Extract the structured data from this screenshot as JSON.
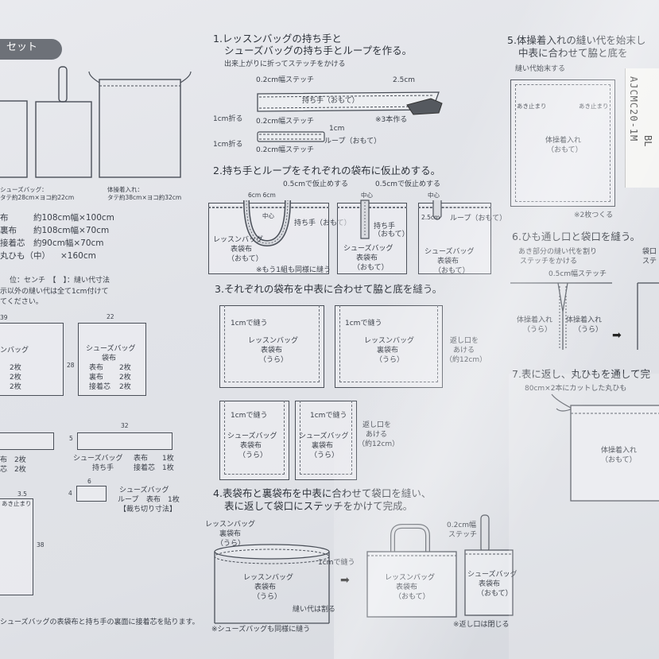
{
  "title_fragment": "セット",
  "left": {
    "shoe_bag_label": "シューズバッグ：",
    "shoe_bag_size": "タテ約28cm×ヨコ約22cm",
    "gym_bag_label": "体操着入れ：",
    "gym_bag_size": "タテ約38cm×ヨコ約32cm",
    "materials": [
      {
        "name": "布",
        "amount": "約108cm幅×100cm"
      },
      {
        "name": "裏布",
        "amount": "約108cm幅×70cm"
      },
      {
        "name": "接着芯",
        "amount": "約90cm幅×70cm"
      },
      {
        "name": "丸ひも（中）",
        "amount": "×160cm"
      }
    ],
    "unit_note": "位：センチ　【　】：縫い代寸法",
    "note2": "示以外の縫い代は全て1cm付けて",
    "note3": "てください。",
    "dim_22": "22",
    "dim_28": "28",
    "dim_32": "32",
    "dim_5": "5",
    "dim_6": "6",
    "dim_4": "4",
    "dim_35": "3.5",
    "dim_38": "38",
    "shoe_bag_panel": {
      "title": "シューズバッグ",
      "sub": "袋布",
      "rows": [
        [
          "表布",
          "2枚"
        ],
        [
          "裏布",
          "2枚"
        ],
        [
          "接着芯",
          "2枚"
        ]
      ]
    },
    "lesson_partial": {
      "title": "ンバッグ",
      "rows": [
        "2枚",
        "2枚",
        "2枚"
      ]
    },
    "shoe_bag_handle": {
      "title": "シューズバッグ",
      "sub": "持ち手",
      "rows": [
        [
          "表布",
          "1枚"
        ],
        [
          "接着芯",
          "1枚"
        ]
      ]
    },
    "handle_partial": [
      "布　2枚",
      "芯　2枚"
    ],
    "loop_label": {
      "title": "シューズバッグ",
      "sub": "ループ",
      "row": "表布　1枚",
      "note": "【裁ち切り寸法】"
    },
    "open_label": "あき止まり",
    "bottom_note": "シューズバッグの表袋布と持ち手の裏面に接着芯を貼ります。"
  },
  "step1": {
    "title_line1": "1.レッスンバッグの持ち手と",
    "title_line2": "シューズバッグの持ち手とループを作る。",
    "sub": "出来上がりに折ってステッチをかける",
    "stitch_02a": "0.2cm幅ステッチ",
    "width_25": "2.5cm",
    "fold_1a": "1cm折る",
    "handle_label": "持ち手（おもて）",
    "stitch_02b": "0.2cm幅ステッチ",
    "three_pieces": "※3本作る",
    "width_1": "1cm",
    "fold_1b": "1cm折る",
    "loop_label": "ループ（おもて）",
    "stitch_02c": "0.2cm幅ステッチ"
  },
  "step2": {
    "title": "2.持ち手とループをそれぞれの袋布に仮止めする。",
    "baste_a": "0.5cmで仮止めする",
    "baste_b": "0.5cmで仮止めする",
    "gap": "6cm 6cm",
    "center": "中心",
    "center_b": "中心",
    "center_c": "中心",
    "handle": "持ち手（おもて）",
    "lesson_bag": "レッスンバッグ",
    "outer": "表袋布",
    "omote": "（おもて）",
    "note": "※もう1組も同様に縫う",
    "shoe_bag_a": "シューズバッグ",
    "outer_a": "表袋布",
    "omote_a": "（おもて）",
    "dim_25": "2.5cm",
    "loop": "ループ（おもて）",
    "shoe_bag_b": "シューズバッグ",
    "outer_b": "表袋布",
    "omote_b": "（おもて）"
  },
  "step3": {
    "title": "3.それぞれの袋布を中表に合わせて脇と底を縫う。",
    "sew_1a": "1cmで縫う",
    "sew_1b": "1cmで縫う",
    "sew_1c": "1cmで縫う",
    "sew_1d": "1cmで縫う",
    "lesson_bag": "レッスンバッグ",
    "outer": "表袋布",
    "ura": "（うら）",
    "lesson_bag_b": "レッスンバッグ",
    "lining": "裏袋布",
    "ura_b": "（うら）",
    "return_open": "返し口を",
    "return_open2": "あける",
    "return_size": "（約12cm）",
    "shoe_a": "シューズバッグ",
    "outer_a": "表袋布",
    "ura_a": "（うら）",
    "shoe_b": "シューズバッグ",
    "lining_b": "裏袋布",
    "ura_c": "（うら）",
    "return_open_b": "返し口を",
    "return_open_b2": "あける",
    "return_size_b": "（約12cm）"
  },
  "step4": {
    "title_line1": "4.表袋布と裏袋布を中表に合わせて袋口を縫い、",
    "title_line2": "表に返して袋口にステッチをかけて完成。",
    "lesson_lining": "レッスンバッグ",
    "lining": "裏袋布",
    "ura": "（うら）",
    "sew": "1cmで縫う",
    "lesson_outer": "レッスンバッグ",
    "outer": "表袋布",
    "ura2": "（うら）",
    "seam_fold": "縫い代は割る",
    "stitch": "0.2cm幅",
    "stitch2": "ステッチ",
    "fin_lesson": "レッスンバッグ",
    "fin_outer": "表袋布",
    "fin_omote": "（おもて）",
    "fin_shoe": "シューズバッグ",
    "fin_shoe_outer": "表袋布",
    "fin_shoe_omote": "（おもて）",
    "note_same": "※シューズバッグも同様に縫う",
    "note_close": "※返し口は閉じる"
  },
  "step5": {
    "title_line1": "5.体操着入れの縫い代を始末し",
    "title_line2": "中表に合わせて脇と底を",
    "sub": "縫い代始末する",
    "open_a": "あき止まり",
    "open_b": "あき止まり",
    "label1": "体操着入れ",
    "label2": "（おもて）",
    "make_two": "※2枚つくる"
  },
  "step6": {
    "title": "6.ひも通し口と袋口を縫う。",
    "sub1": "あき部分の縫い代を割り",
    "sub2": "ステッチをかける",
    "stitch": "0.5cm幅ステッチ",
    "label1": "体操着入れ",
    "label2": "（うら）",
    "label3": "体操着入れ",
    "label4": "（うら）",
    "partial1": "袋口",
    "partial2": "ステ"
  },
  "step7": {
    "title": "7.表に返し、丸ひもを通して完",
    "sub": "80cm×2本にカットした丸ひも",
    "label1": "体操着入れ",
    "label2": "（おもて）"
  },
  "tag": {
    "code": "AJCMC20-1M",
    "line2": "BL"
  }
}
